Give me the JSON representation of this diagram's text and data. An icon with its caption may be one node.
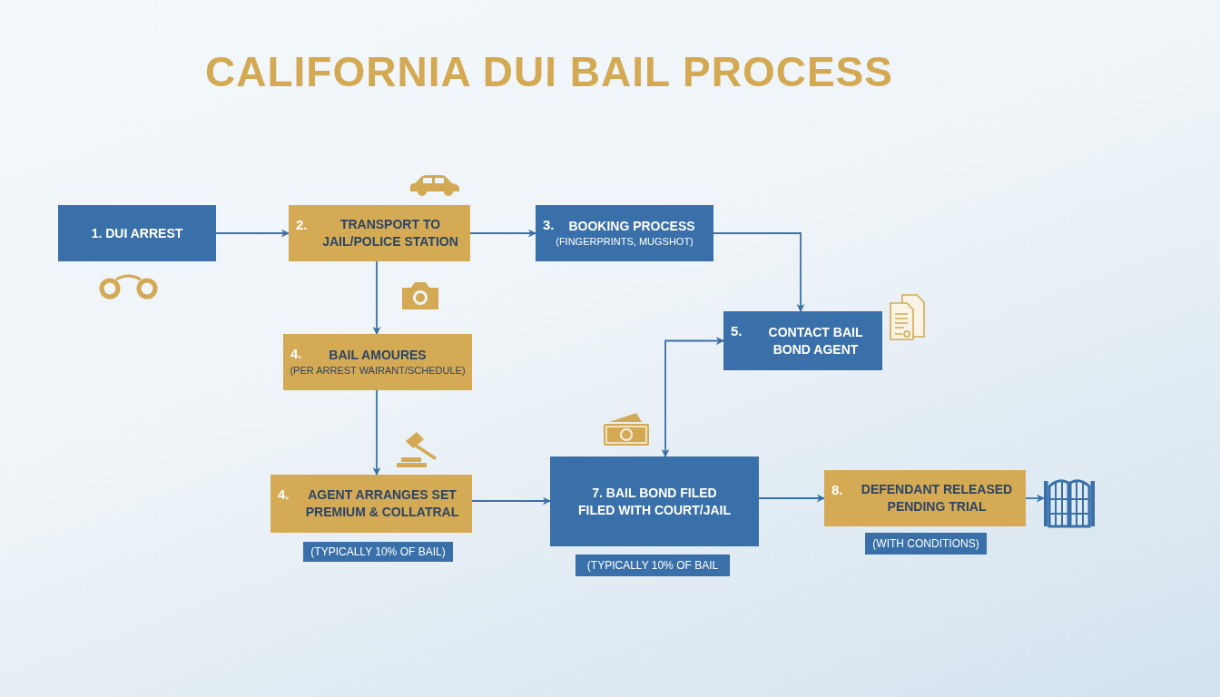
{
  "diagram": {
    "title": "CALIFORNIA DUI BAIL PROCESS",
    "nodes": [
      {
        "text": [
          "1. DUI ARREST"
        ]
      },
      {
        "text": [
          "2.",
          "TRANSPORT TO JAIL/POLICE STATION"
        ]
      },
      {
        "text": [
          "3.",
          "BOOKING PROCESS",
          "(FINGERPRINTS, MUGSHOT)"
        ]
      },
      {
        "text": [
          "4.",
          "BAIL AMOURES",
          "(PER ARREST WAIRANT/SCHEDULE)"
        ]
      },
      {
        "text": [
          "5.",
          "CONTACT BAIL BOND AGENT"
        ]
      },
      {
        "text": [
          "4.",
          "AGENT ARRANGES SET PREMIUM & COLLATRAL"
        ]
      },
      {
        "text": [
          "(TYPICALLY 10% OF BAIL)"
        ]
      },
      {
        "text": [
          "7. BAIL BOND FILED FILED WITH COURT/JAIL"
        ]
      },
      {
        "text": [
          "(TYPICALLY 10% OF BAIL"
        ]
      },
      {
        "text": [
          "8.",
          "DEFENDANT RELEASED PENDING TRIAL"
        ]
      },
      {
        "text": [
          "(WITH CONDITIONS)"
        ]
      },
      {
        "text": [],
        "shape": "picture"
      }
    ],
    "edges": [
      {
        "from": 0,
        "to": 1,
        "arrow": "to"
      },
      {
        "from": 1,
        "to": 2,
        "arrow": "to"
      },
      {
        "from": 2,
        "to": 4,
        "arrow": "to"
      },
      {
        "from": 1,
        "to": 3,
        "arrow": "to"
      },
      {
        "from": 3,
        "to": 5,
        "arrow": "to"
      },
      {
        "from": 5,
        "to": 7,
        "arrow": "to"
      },
      {
        "from": 4,
        "to": 7,
        "arrow": "both"
      },
      {
        "from": 7,
        "to": 9,
        "arrow": "to"
      },
      {
        "from": 9,
        "to": 11,
        "arrow": "to"
      }
    ]
  }
}
